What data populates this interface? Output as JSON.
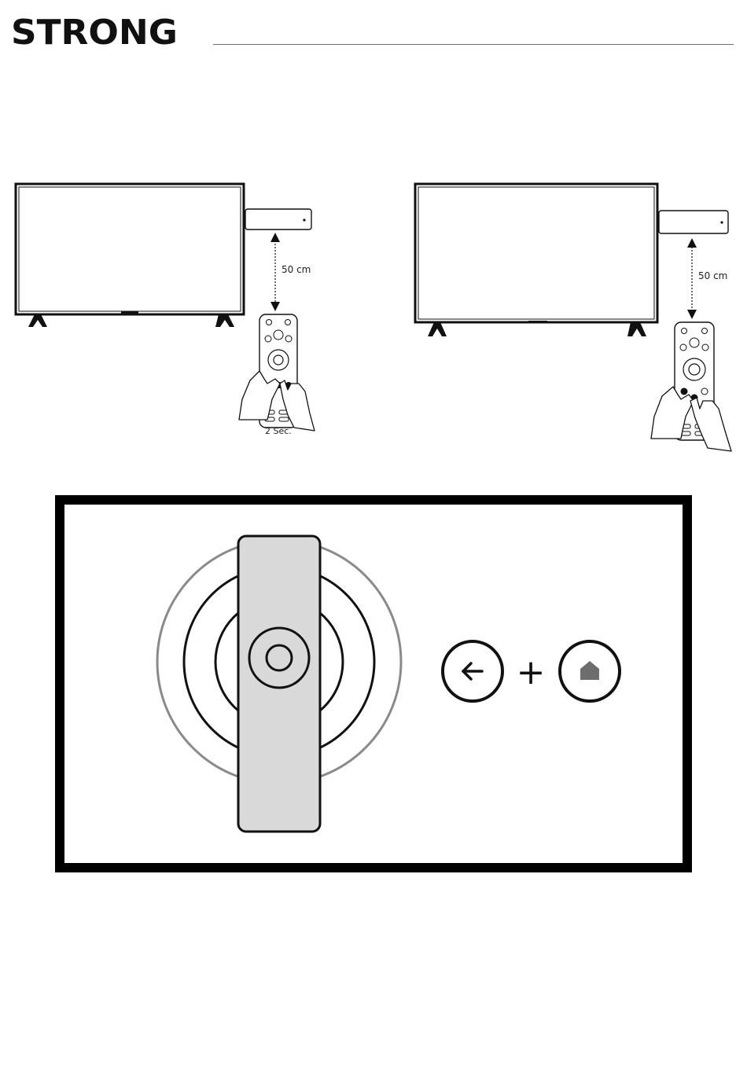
{
  "header": {
    "brand": "STRONG"
  },
  "figure_left": {
    "distance_label": "50 cm",
    "hold_label": "2 Sec."
  },
  "figure_right": {
    "distance_label": "50 cm"
  },
  "pairing_panel": {
    "back_button_icon": "arrow-left-icon",
    "combine_symbol": "+",
    "home_button_icon": "home-icon"
  }
}
